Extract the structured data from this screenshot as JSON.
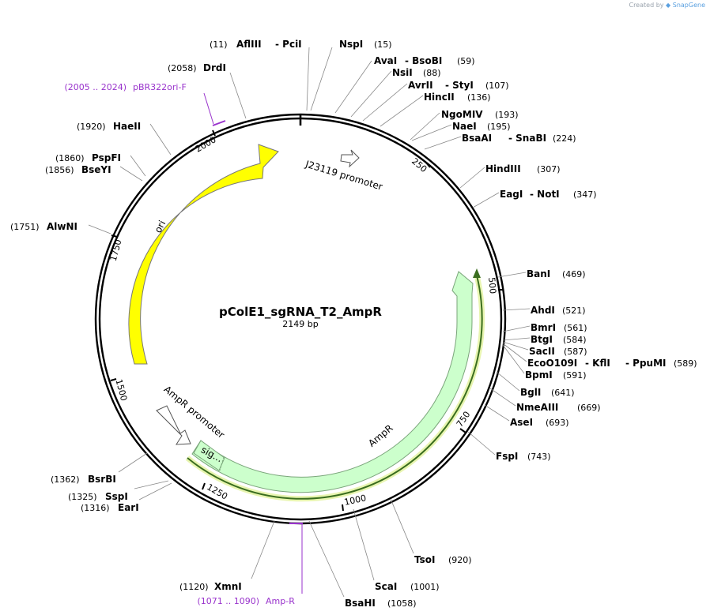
{
  "credit": {
    "prefix": "Created by",
    "brand": "SnapGene"
  },
  "plasmid": {
    "name": "pColE1_sgRNA_T2_AmpR",
    "length_label": "2149 bp",
    "length": 2149
  },
  "ticks": [
    "250",
    "500",
    "750",
    "1000",
    "1250",
    "1500",
    "1750",
    "2000"
  ],
  "features": {
    "ori": "ori",
    "j23119": "J23119 promoter",
    "ampr": "AmpR",
    "ampr_promoter": "AmpR promoter",
    "sig": "sig..."
  },
  "primers": [
    {
      "range": "(2005 .. 2024)",
      "name": "pBR322ori-F"
    },
    {
      "range": "(1071 .. 1090)",
      "name": "Amp-R"
    }
  ],
  "enzymes": [
    {
      "pos": "(11)",
      "names": [
        "AflIII",
        "- PciI"
      ]
    },
    {
      "pos": "(15)",
      "names": [
        "NspI"
      ]
    },
    {
      "pos": "(59)",
      "names": [
        "AvaI",
        "- BsoBI"
      ]
    },
    {
      "pos": "(88)",
      "names": [
        "NsiI"
      ]
    },
    {
      "pos": "(107)",
      "names": [
        "AvrII",
        "- StyI"
      ]
    },
    {
      "pos": "(136)",
      "names": [
        "HincII"
      ]
    },
    {
      "pos": "(193)",
      "names": [
        "NgoMIV"
      ]
    },
    {
      "pos": "(195)",
      "names": [
        "NaeI"
      ]
    },
    {
      "pos": "(224)",
      "names": [
        "BsaAI",
        "- SnaBI"
      ]
    },
    {
      "pos": "(307)",
      "names": [
        "HindIII"
      ]
    },
    {
      "pos": "(347)",
      "names": [
        "EagI",
        "- NotI"
      ]
    },
    {
      "pos": "(469)",
      "names": [
        "BanI"
      ]
    },
    {
      "pos": "(521)",
      "names": [
        "AhdI"
      ]
    },
    {
      "pos": "(561)",
      "names": [
        "BmrI"
      ]
    },
    {
      "pos": "(584)",
      "names": [
        "BtgI"
      ]
    },
    {
      "pos": "(587)",
      "names": [
        "SacII"
      ]
    },
    {
      "pos": "(589)",
      "names": [
        "EcoO109I",
        "- KflI",
        "- PpuMI"
      ]
    },
    {
      "pos": "(591)",
      "names": [
        "BpmI"
      ]
    },
    {
      "pos": "(641)",
      "names": [
        "BglI"
      ]
    },
    {
      "pos": "(669)",
      "names": [
        "NmeAIII"
      ]
    },
    {
      "pos": "(693)",
      "names": [
        "AseI"
      ]
    },
    {
      "pos": "(743)",
      "names": [
        "FspI"
      ]
    },
    {
      "pos": "(920)",
      "names": [
        "TsoI"
      ]
    },
    {
      "pos": "(1001)",
      "names": [
        "ScaI"
      ]
    },
    {
      "pos": "(1058)",
      "names": [
        "BsaHI"
      ]
    },
    {
      "pos": "(1120)",
      "names": [
        "XmnI"
      ]
    },
    {
      "pos": "(1316)",
      "names": [
        "EarI"
      ]
    },
    {
      "pos": "(1325)",
      "names": [
        "SspI"
      ]
    },
    {
      "pos": "(1362)",
      "names": [
        "BsrBI"
      ]
    },
    {
      "pos": "(1751)",
      "names": [
        "AlwNI"
      ]
    },
    {
      "pos": "(1856)",
      "names": [
        "BseYI"
      ]
    },
    {
      "pos": "(1860)",
      "names": [
        "PspFI"
      ]
    },
    {
      "pos": "(1920)",
      "names": [
        "HaeII"
      ]
    },
    {
      "pos": "(2058)",
      "names": [
        "DrdI"
      ]
    }
  ],
  "colors": {
    "backbone": "#000000",
    "ori_fill": "#ffff00",
    "ampr_fill": "#ccffcc",
    "ampr_stroke": "#7aa57a",
    "primer": "#9933cc",
    "leader": "#888888",
    "highlight": "#e8f5b0"
  }
}
